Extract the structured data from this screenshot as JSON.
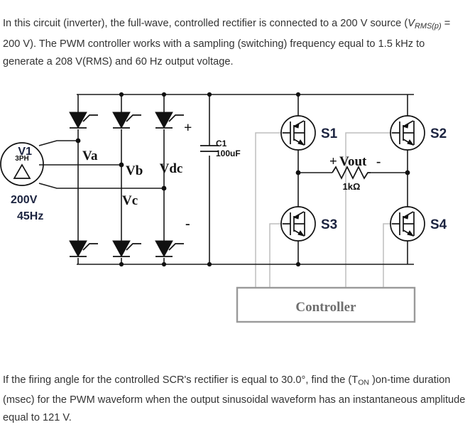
{
  "document": {
    "intro_segments": [
      "In this circuit (inverter), the full-wave, controlled rectifier is connected to a 200 V source (",
      "V",
      "RMS(p)",
      " = 200 V). The PWM controller works with a sampling (switching) frequency equal to 1.5 kHz to generate a 208 V(RMS) and 60 Hz output voltage."
    ],
    "intro_text": "In this circuit (inverter), the full-wave, controlled rectifier is connected to a 200 V source (VRMS(p) = 200 V). The PWM controller works with a sampling (switching) frequency equal to 1.5 kHz to generate a 208 V(RMS) and 60 Hz output voltage.",
    "question_segments": [
      "If the firing angle for the controlled SCR's rectifier is equal to 30.0°,  find the (T",
      "ON",
      " )on-time duration (msec) for the PWM waveform when the output sinusoidal waveform has an instantaneous amplitude equal to 121 V."
    ],
    "question_text": "If the firing angle for the controlled SCR's rectifier is equal to 30.0°,  find the (TON )on-time duration (msec) for the PWM waveform when the output sinusoidal waveform has an instantaneous amplitude equal to 121 V."
  },
  "circuit": {
    "source": {
      "ref": "V1",
      "symbol_text": "3PH",
      "voltage": "200V",
      "frequency": "45Hz"
    },
    "phase_labels": {
      "a": "Va",
      "b": "Vb",
      "c": "Vc"
    },
    "dc_link": {
      "label": "Vdc",
      "plus": "+",
      "minus": "-",
      "cap_ref": "C1",
      "cap_value": "100uF"
    },
    "switches": [
      {
        "label": "S1"
      },
      {
        "label": "S2"
      },
      {
        "label": "S3"
      },
      {
        "label": "S4"
      }
    ],
    "load": {
      "polarity_plus": "+",
      "name": "Vout",
      "polarity_minus": "-",
      "value": "1kΩ"
    },
    "controller": {
      "label": "Controller"
    },
    "colors": {
      "wire": "#1a1a1a",
      "gate_wire": "#bdbdbd",
      "label_dark": "#111111",
      "label_blue": "#1c2440",
      "controller_text": "#6f6f6f",
      "body_text": "#333333"
    }
  }
}
